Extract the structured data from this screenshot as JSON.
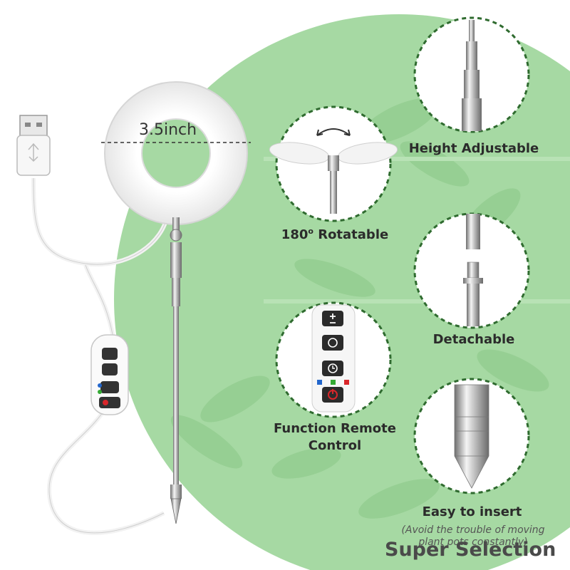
{
  "features": {
    "height": "Height Adjustable",
    "rotate_num": "180",
    "rotate_deg": "o",
    "rotate_text": " Rotatable",
    "detach": "Detachable",
    "remote_line1": "Function Remote",
    "remote_line2": "Control",
    "insert": "Easy to insert",
    "insert_note_line1": "(Avoid the trouble of moving",
    "insert_note_line2": "plant pots constantly)"
  },
  "ring_size": "3.5inch",
  "watermark": "Super Selection",
  "colors": {
    "background_green": "#a6d9a3",
    "circle_border": "#2f6b2f",
    "power_red": "#d9262a"
  },
  "icons": [
    "usb-plug-icon",
    "plus-minus-icon",
    "cycle-icon",
    "timer-icon",
    "power-icon",
    "rotate-arrow-icon"
  ]
}
